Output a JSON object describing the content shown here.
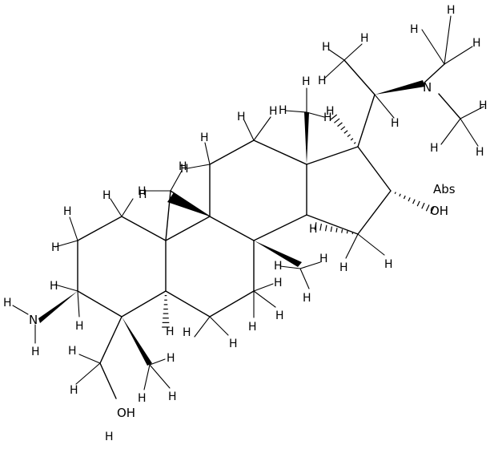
{
  "molecule": {
    "atom_labels": {
      "amine_N": "N",
      "amine_H1": "H",
      "amine_H2": "H",
      "hydroxyl_OH": "OH",
      "hydroxyl_H_left": "H",
      "dimethylamino_N": "N",
      "ring_OH": "OH",
      "abs_label": "Abs"
    },
    "hydrogen_label": "H"
  }
}
